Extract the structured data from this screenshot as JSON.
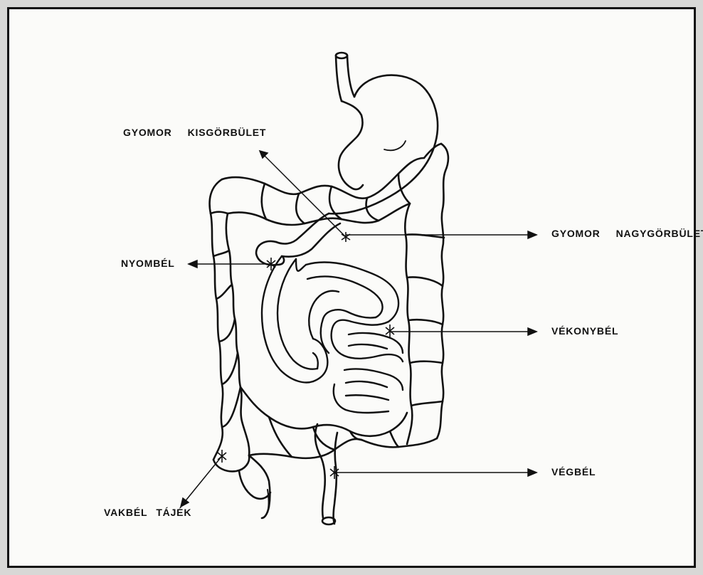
{
  "labels": {
    "kisgorbulet": {
      "word1": "GYOMOR",
      "word2": "KISGÖRBÜLET"
    },
    "nagygorbulet": {
      "word1": "GYOMOR",
      "word2": "NAGYGÖRBÜLET"
    },
    "nyombel": "NYOMBÉL",
    "vekonybel": "VÉKONYBÉL",
    "vegbel": "VÉGBÉL",
    "vakbel": {
      "word1": "VAKBÉL",
      "word2": "TÁJÉK"
    }
  },
  "colors": {
    "ink": "#111111",
    "paper": "#fbfbf9",
    "bleed": "#bdbdbb"
  }
}
